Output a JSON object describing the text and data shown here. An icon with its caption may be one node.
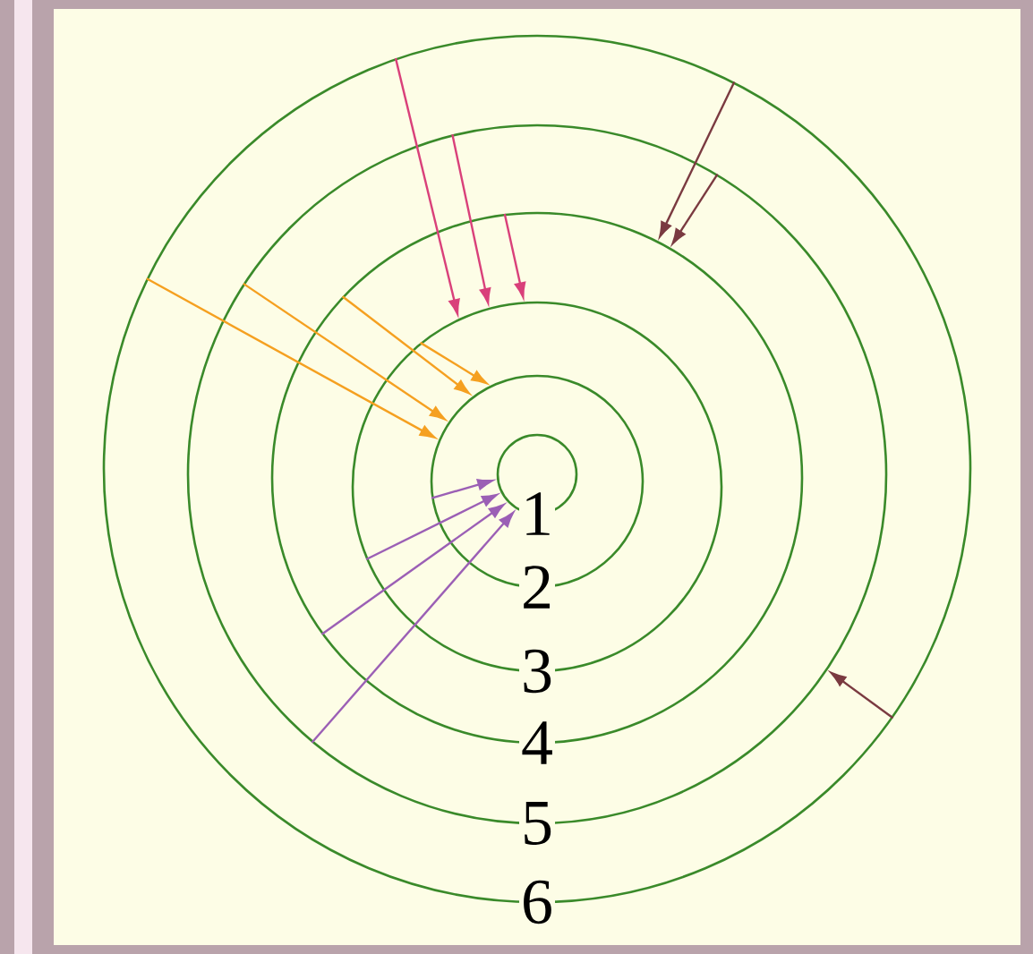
{
  "diagram": {
    "nodes": [
      {
        "text": [
          "6"
        ]
      },
      {
        "text": [
          "5"
        ],
        "in": 0
      },
      {
        "text": [
          "4"
        ],
        "in": 1
      },
      {
        "text": [
          "3"
        ],
        "in": 2
      },
      {
        "text": [
          "2"
        ],
        "in": 3
      },
      {
        "text": [
          "1"
        ],
        "in": 4
      }
    ],
    "edges": [
      {
        "from": 0,
        "to": 3,
        "arrow": "to",
        "color": "#d9407a"
      },
      {
        "from": 1,
        "to": 3,
        "arrow": "to",
        "color": "#d9407a"
      },
      {
        "from": 2,
        "to": 3,
        "arrow": "to",
        "color": "#d9407a"
      },
      {
        "from": 0,
        "to": 2,
        "arrow": "to",
        "color": "#7a3a40"
      },
      {
        "from": 1,
        "to": 2,
        "arrow": "to",
        "color": "#7a3a40"
      },
      {
        "from": 0,
        "to": 4,
        "arrow": "to",
        "color": "#f5a020"
      },
      {
        "from": 1,
        "to": 4,
        "arrow": "to",
        "color": "#f5a020"
      },
      {
        "from": 2,
        "to": 4,
        "arrow": "to",
        "color": "#f5a020"
      },
      {
        "from": 3,
        "to": 4,
        "arrow": "to",
        "color": "#f5a020"
      },
      {
        "from": 4,
        "to": 5,
        "arrow": "to",
        "color": "#9b5fb5"
      },
      {
        "from": 3,
        "to": 5,
        "arrow": "to",
        "color": "#9b5fb5"
      },
      {
        "from": 2,
        "to": 5,
        "arrow": "to",
        "color": "#9b5fb5"
      },
      {
        "from": 1,
        "to": 5,
        "arrow": "to",
        "color": "#9b5fb5"
      },
      {
        "from": 0,
        "to": 1,
        "arrow": "to",
        "color": "#7a3a40"
      }
    ]
  }
}
